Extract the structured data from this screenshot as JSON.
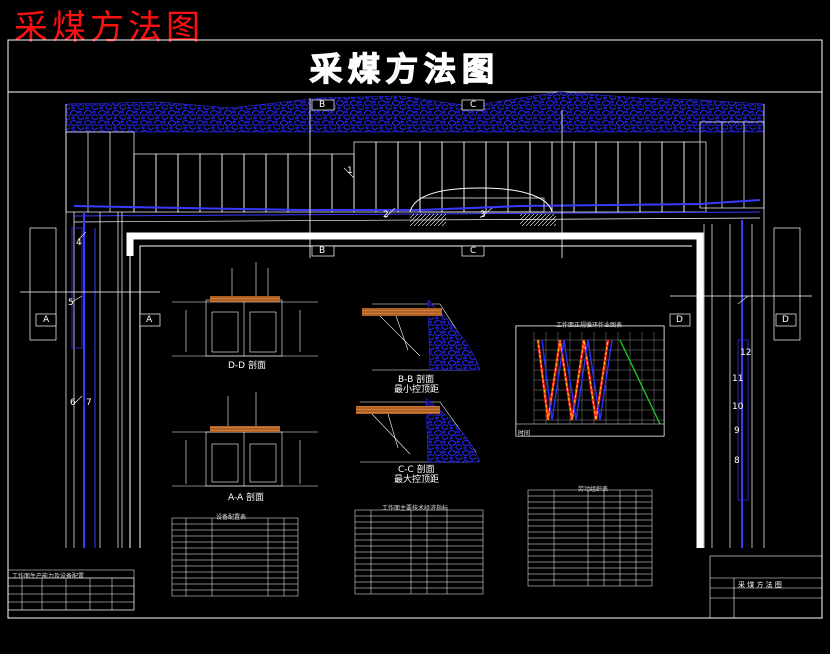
{
  "header": {
    "red_title": "采煤方法图",
    "main_title": "采煤方法图"
  },
  "section_markers": {
    "a_left": "A",
    "a_right": "A",
    "b_top": "B",
    "b_bottom": "B",
    "c_top": "C",
    "c_bottom": "C",
    "d_left": "D",
    "d_right": "D"
  },
  "callouts": [
    "1",
    "2",
    "3",
    "4",
    "5",
    "6",
    "7",
    "8",
    "9",
    "10",
    "11",
    "12"
  ],
  "views": {
    "dd_section": "D-D 剖面",
    "aa_section": "A-A 剖面",
    "bb_section": "B-B 剖面",
    "bb_sub": "最小控顶距",
    "cc_section": "C-C 剖面",
    "cc_sub": "最大控顶距"
  },
  "cycle_chart": {
    "title": "工作面正规循环作业图表",
    "row_label": "时间"
  },
  "tables": {
    "equipment": "设备配置表",
    "tech_econ": "工作面主要技术经济指标",
    "labor": "劳动组织表",
    "stats_bottom_left": "工作面生产能力及设备配置",
    "title_block_name": "采 煤 方 法 图"
  },
  "colors": {
    "frame": "#ffffff",
    "coal": "#2020e0",
    "roof": "#c07030",
    "track": "#ffffff",
    "red_title": "#ff1010",
    "chart_red": "#ff2020",
    "chart_yellow": "#ffd700",
    "chart_green": "#20c020",
    "chart_blue": "#3030ff"
  }
}
